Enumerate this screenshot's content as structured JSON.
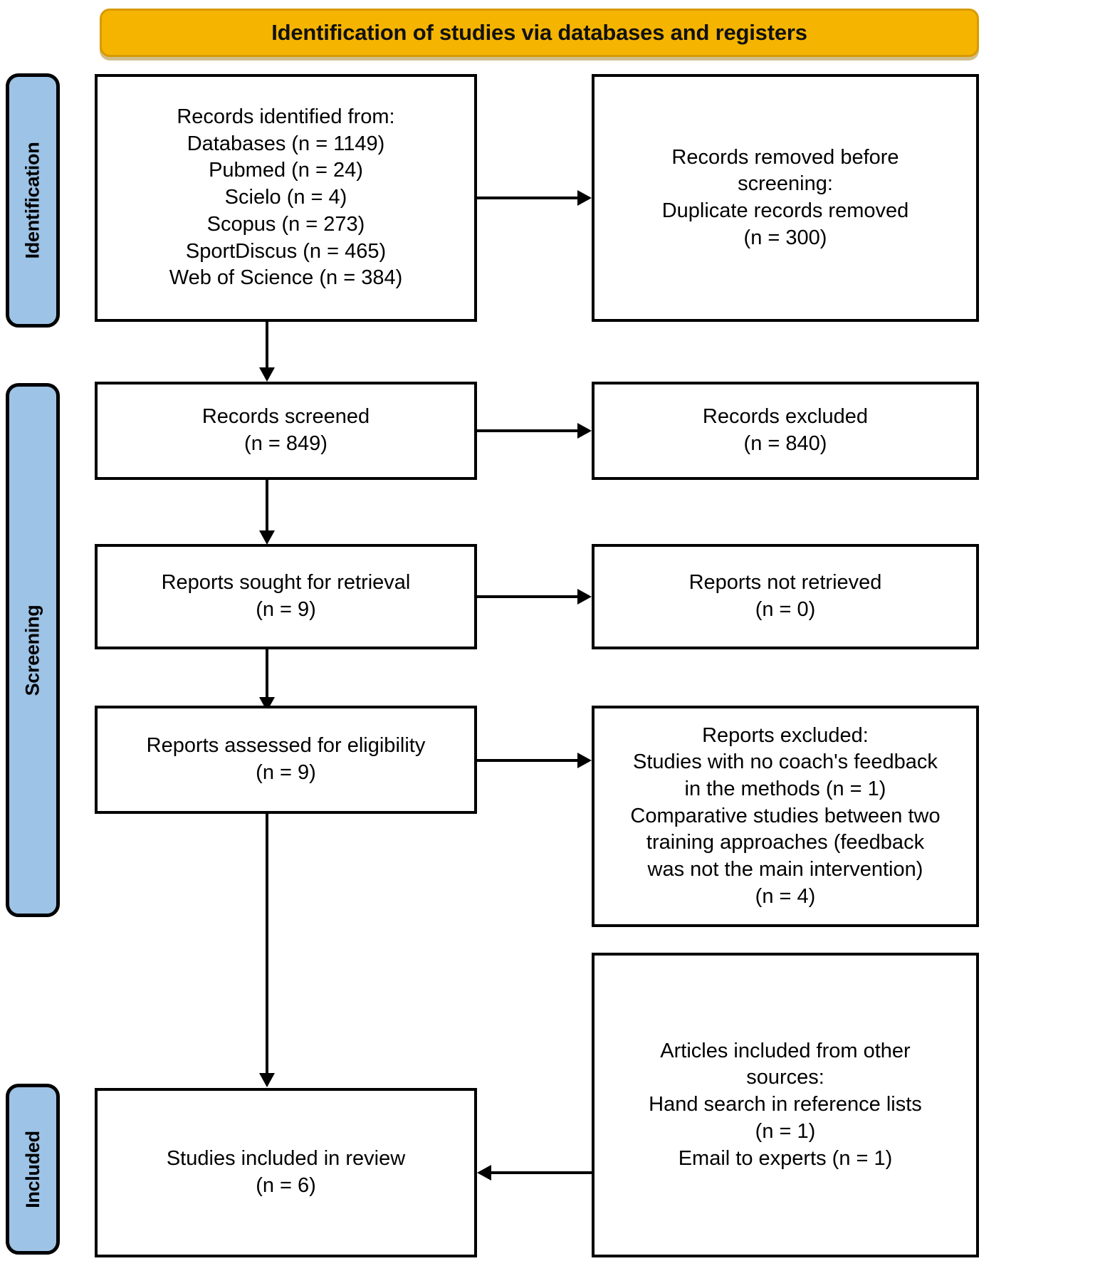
{
  "header": {
    "title": "Identification of studies via databases and registers",
    "background_color": "#F5B400"
  },
  "stages": [
    {
      "id": "identification",
      "label": "Identification",
      "color": "#9DC3E6"
    },
    {
      "id": "screening",
      "label": "Screening",
      "color": "#9DC3E6"
    },
    {
      "id": "included",
      "label": "Included",
      "color": "#9DC3E6"
    }
  ],
  "chart_data": {
    "type": "diagram",
    "title": "Identification of studies via databases and registers",
    "nodes": [
      {
        "id": "records-identified",
        "stage": "identification",
        "column": "left",
        "text": "Records identified from:\nDatabases (n = 1149)\nPubmed (n = 24)\nScielo (n = 4)\nScopus (n = 273)\nSportDiscus (n = 465)\nWeb of Science (n = 384)",
        "counts": {
          "Databases": 1149,
          "Pubmed": 24,
          "Scielo": 4,
          "Scopus": 273,
          "SportDiscus": 465,
          "Web of Science": 384
        }
      },
      {
        "id": "records-removed",
        "stage": "identification",
        "column": "right",
        "text": "Records removed before\nscreening:\nDuplicate records removed\n(n = 300)",
        "counts": {
          "Duplicate records removed": 300
        }
      },
      {
        "id": "records-screened",
        "stage": "screening",
        "column": "left",
        "text": "Records screened\n(n = 849)",
        "counts": {
          "n": 849
        }
      },
      {
        "id": "records-excluded",
        "stage": "screening",
        "column": "right",
        "text": "Records excluded\n(n = 840)",
        "counts": {
          "n": 840
        }
      },
      {
        "id": "reports-sought",
        "stage": "screening",
        "column": "left",
        "text": "Reports sought for retrieval\n(n = 9)",
        "counts": {
          "n": 9
        }
      },
      {
        "id": "reports-not-retrieved",
        "stage": "screening",
        "column": "right",
        "text": "Reports not retrieved\n(n = 0)",
        "counts": {
          "n": 0
        }
      },
      {
        "id": "reports-assessed",
        "stage": "screening",
        "column": "left",
        "text": "Reports assessed for eligibility\n(n = 9)",
        "counts": {
          "n": 9
        }
      },
      {
        "id": "reports-excluded",
        "stage": "screening",
        "column": "right",
        "text": "Reports excluded:\nStudies with no coach's feedback\nin the methods (n = 1)\nComparative studies between two\ntraining approaches (feedback\nwas not the main intervention)\n(n = 4)",
        "counts": {
          "Studies with no coach's feedback in the methods": 1,
          "Comparative studies between two training approaches (feedback was not the main intervention)": 4
        }
      },
      {
        "id": "studies-included",
        "stage": "included",
        "column": "left",
        "text": "Studies included in review\n(n = 6)",
        "counts": {
          "n": 6
        }
      },
      {
        "id": "other-sources",
        "stage": "included",
        "column": "right",
        "text": "Articles included from other\nsources:\nHand search in reference lists\n(n = 1)\nEmail to experts (n = 1)",
        "counts": {
          "Hand search in reference lists": 1,
          "Email to experts": 1
        }
      }
    ],
    "edges": [
      {
        "from": "records-identified",
        "to": "records-removed",
        "direction": "right"
      },
      {
        "from": "records-identified",
        "to": "records-screened",
        "direction": "down"
      },
      {
        "from": "records-screened",
        "to": "records-excluded",
        "direction": "right"
      },
      {
        "from": "records-screened",
        "to": "reports-sought",
        "direction": "down"
      },
      {
        "from": "reports-sought",
        "to": "reports-not-retrieved",
        "direction": "right"
      },
      {
        "from": "reports-sought",
        "to": "reports-assessed",
        "direction": "down"
      },
      {
        "from": "reports-assessed",
        "to": "reports-excluded",
        "direction": "right"
      },
      {
        "from": "reports-assessed",
        "to": "studies-included",
        "direction": "down"
      },
      {
        "from": "other-sources",
        "to": "studies-included",
        "direction": "left"
      }
    ]
  }
}
